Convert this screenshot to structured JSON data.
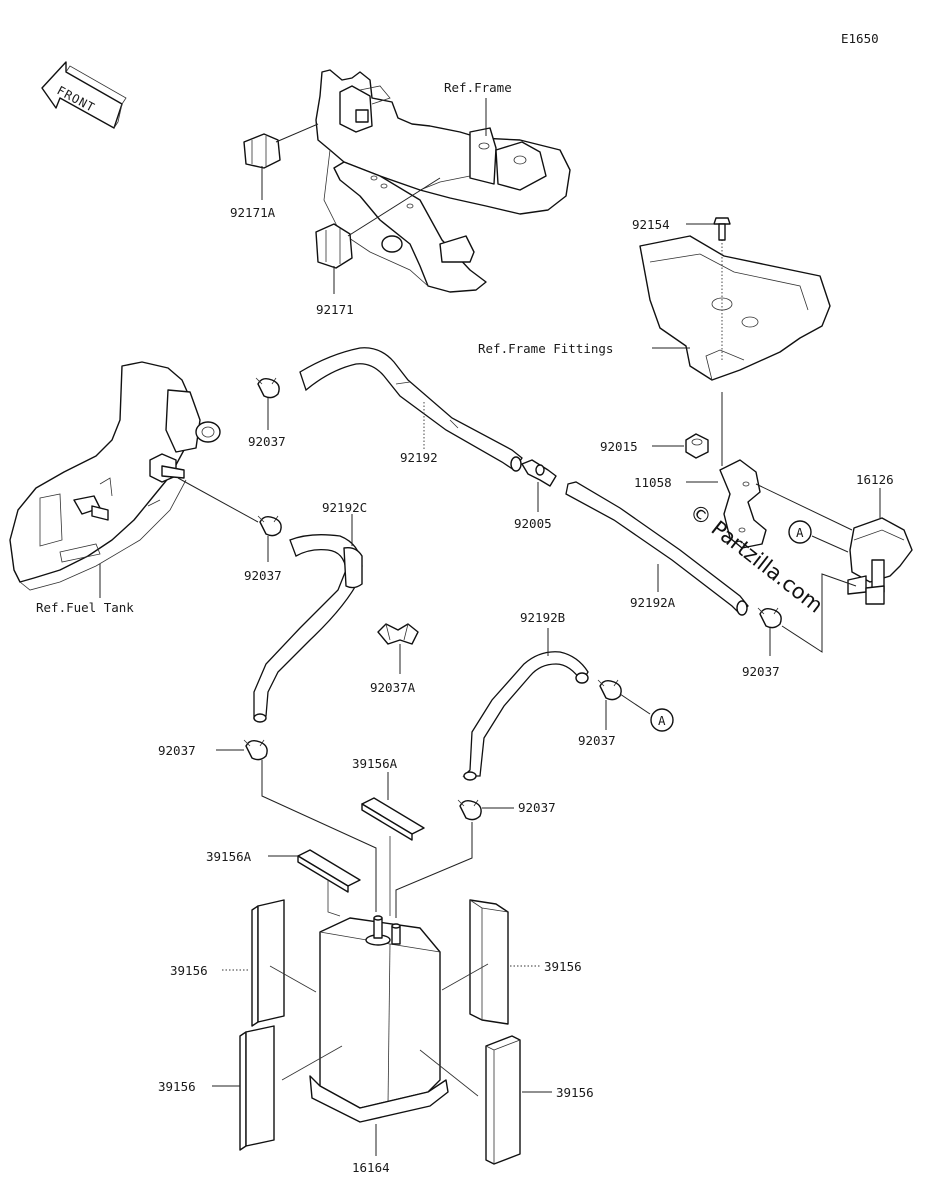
{
  "diagram": {
    "code": "E1650",
    "front_label": "FRONT",
    "watermark": "© Partzilla.com",
    "references": {
      "frame": "Ref.Frame",
      "frame_fittings": "Ref.Frame Fittings",
      "fuel_tank": "Ref.Fuel Tank"
    },
    "callout": "A",
    "parts": {
      "p92171A": "92171A",
      "p92171": "92171",
      "p92154": "92154",
      "p92037_a": "92037",
      "p92192": "92192",
      "p92015": "92015",
      "p11058": "11058",
      "p16126": "16126",
      "p92037_b": "92037",
      "p92192C": "92192C",
      "p92005": "92005",
      "p92192A": "92192A",
      "p92037A": "92037A",
      "p92192B": "92192B",
      "p92037_c": "92037",
      "p92037_d": "92037",
      "p92037_e": "92037",
      "p92037_f": "92037",
      "p39156A_top": "39156A",
      "p39156A_left": "39156A",
      "p39156_ul": "39156",
      "p39156_ur": "39156",
      "p39156_ll": "39156",
      "p39156_lr": "39156",
      "p16164": "16164"
    }
  }
}
